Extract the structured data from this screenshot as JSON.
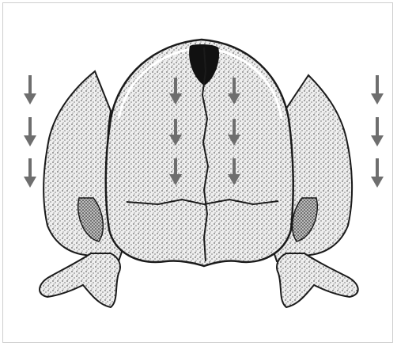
{
  "figure": {
    "subject": "skull-illustration",
    "arrow_color": "#6e6e6e",
    "ink_color": "#1b1b1b",
    "arrow_groups": [
      {
        "name": "left-column",
        "count": 3
      },
      {
        "name": "inner-left-column",
        "count": 3
      },
      {
        "name": "inner-right-column",
        "count": 3
      },
      {
        "name": "right-column",
        "count": 3
      }
    ]
  }
}
